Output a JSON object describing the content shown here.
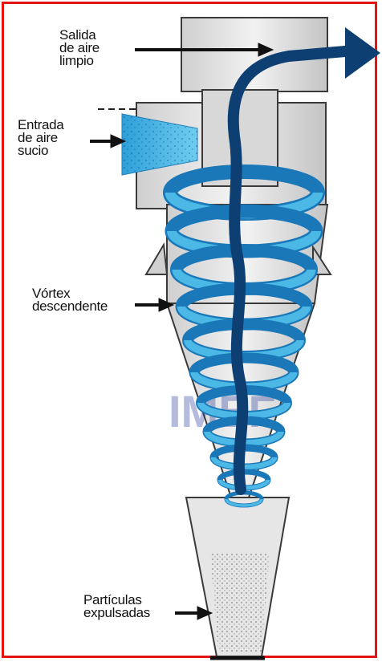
{
  "labels": {
    "clean_air_outlet": [
      "Salida",
      "de aire",
      "limpio"
    ],
    "dirty_air_inlet": [
      "Entrada",
      "de aire",
      "sucio"
    ],
    "descending_vortex": [
      "Vórtex",
      "descendente"
    ],
    "expelled_particles": [
      "Partículas",
      "expulsadas"
    ]
  },
  "colors": {
    "frame": "#e51414",
    "body_fill": "#dcdcdc",
    "body_stroke": "#3a3a3a",
    "vortex_light": "#4bb8e6",
    "vortex_dark": "#1a78b8",
    "clean_air": "#0d3f73",
    "arrow": "#111111"
  }
}
